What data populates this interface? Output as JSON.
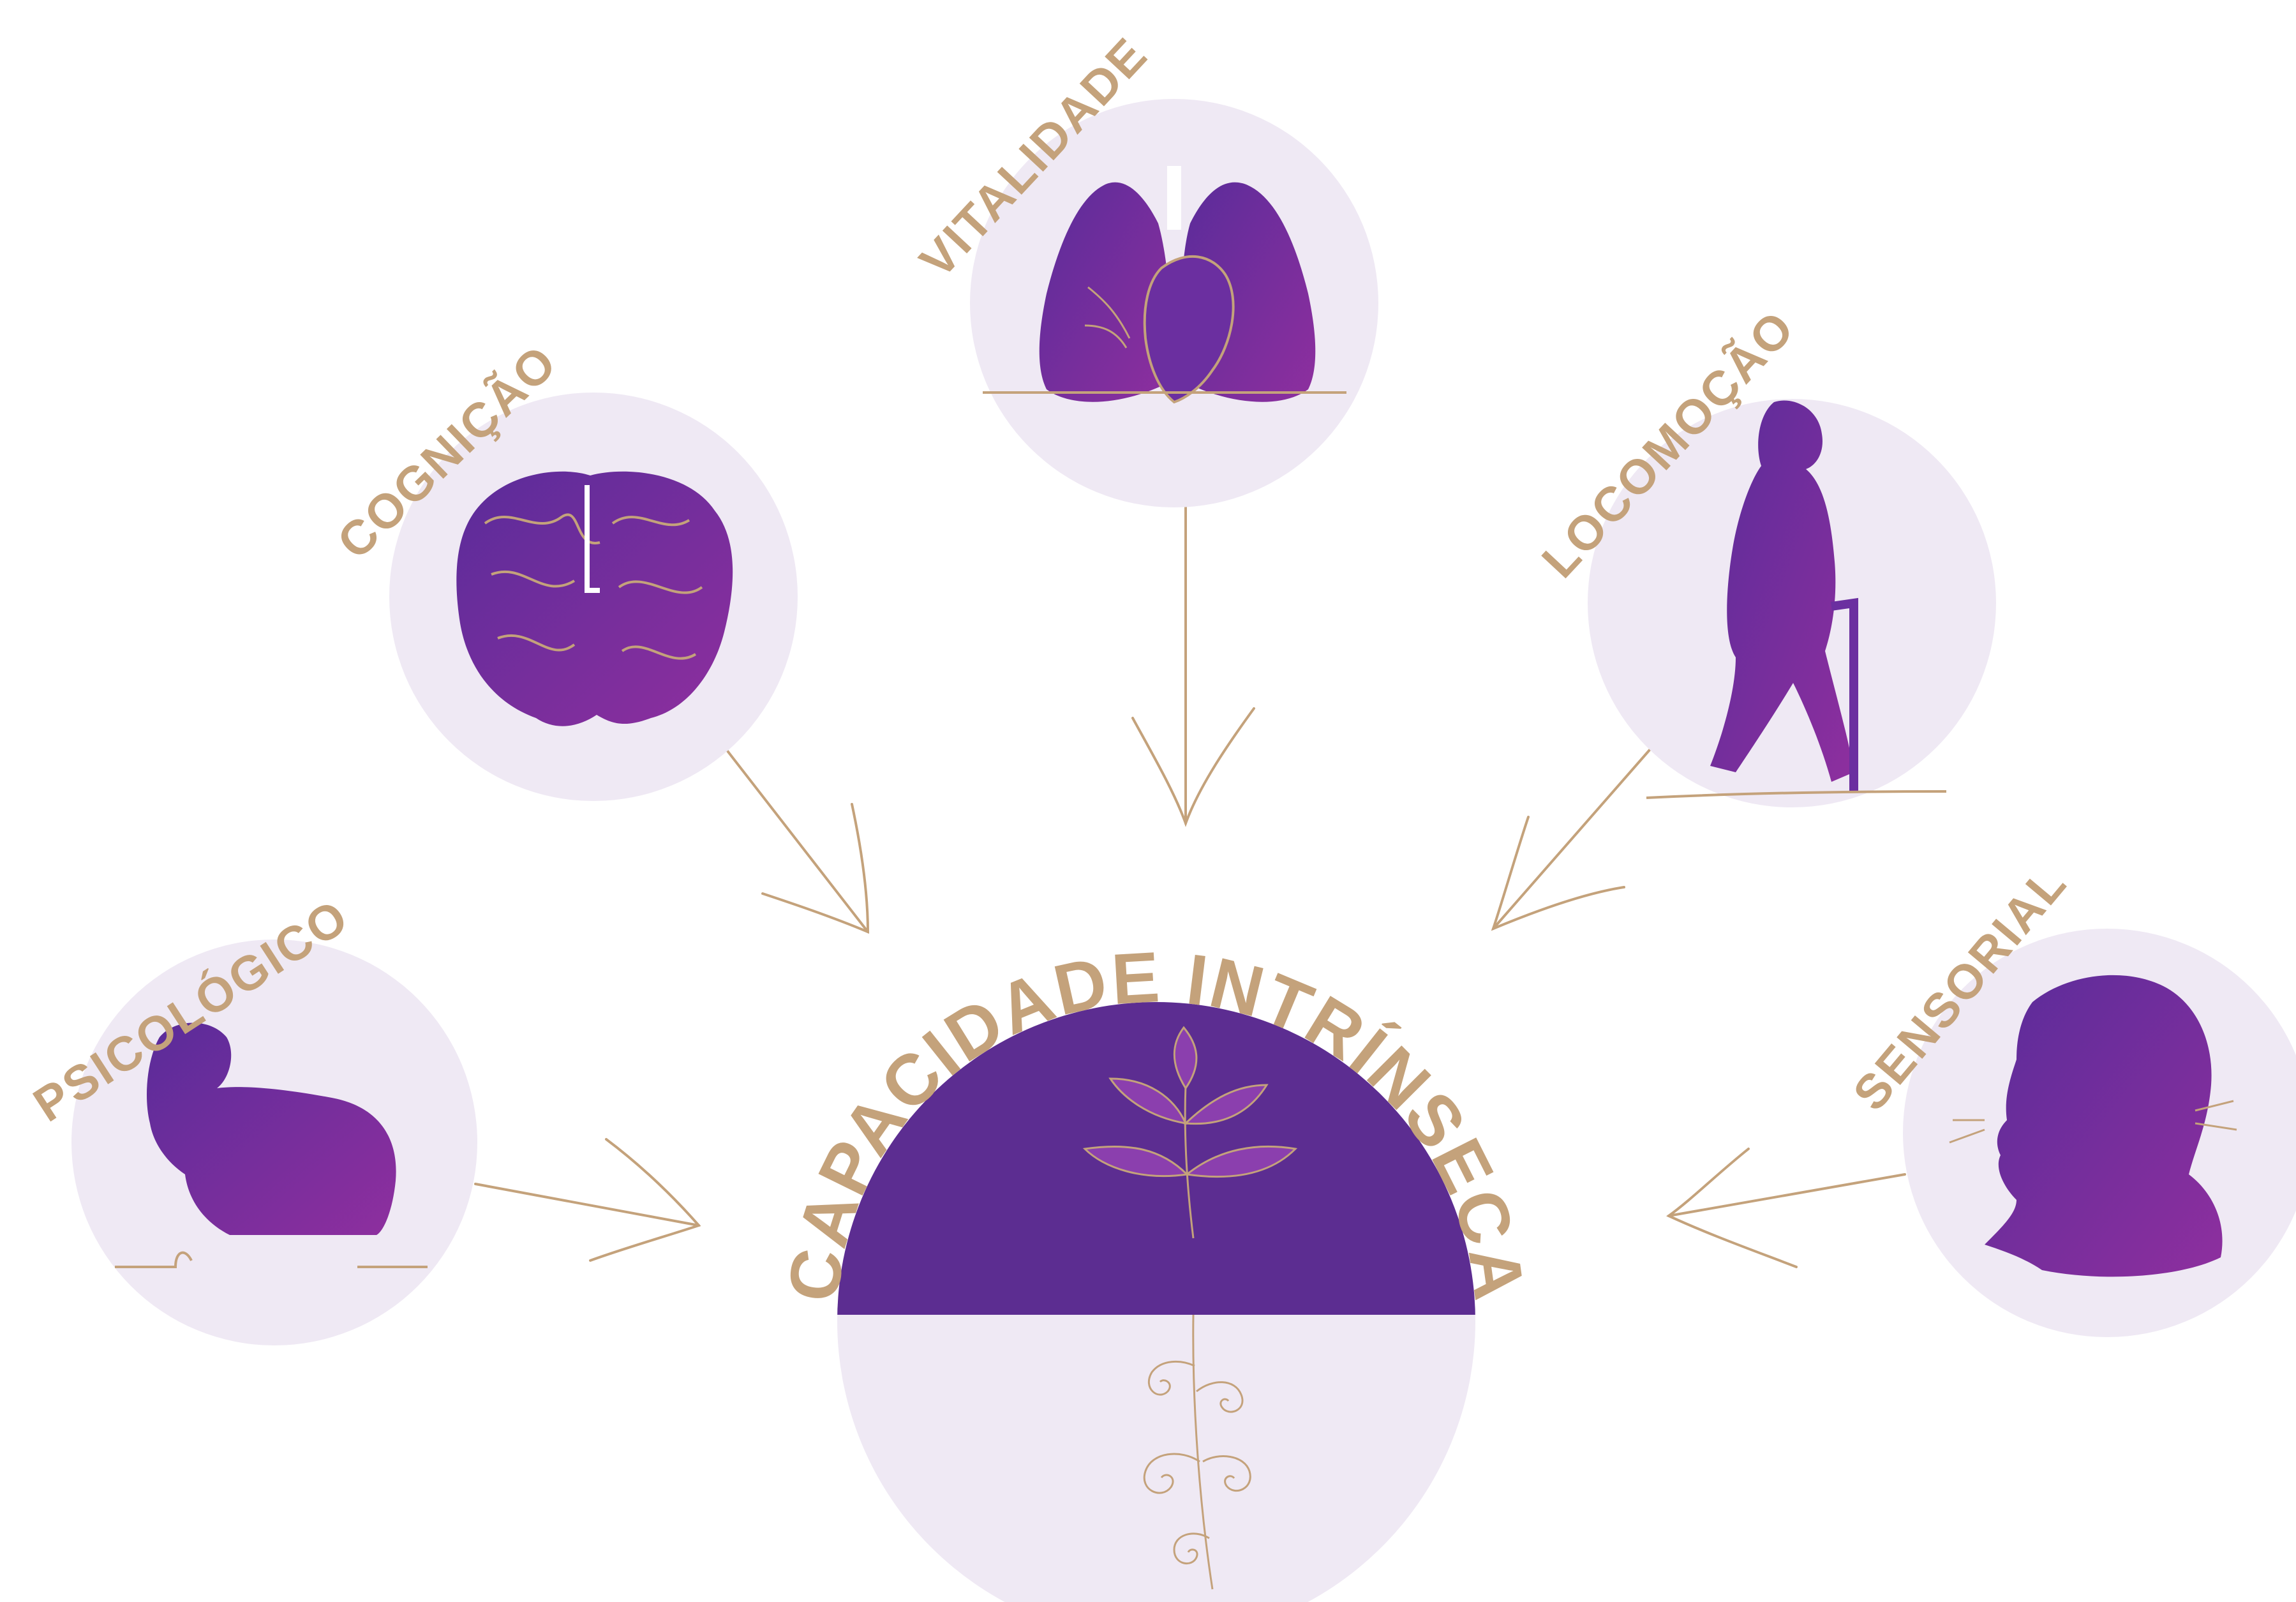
{
  "colors": {
    "circle_bg": "#efe9f4",
    "purple": "#5c2d91",
    "purple_light": "#8b3fae",
    "gold": "#c4a27b",
    "white": "#ffffff"
  },
  "center": {
    "title": "CAPACIDADE INTRÍNSECA",
    "icon": "plant-with-roots-icon"
  },
  "nodes": [
    {
      "id": "psicologico",
      "label": "PSICOLÓGICO",
      "icon": "sad-person-icon"
    },
    {
      "id": "cognicao",
      "label": "COGNIÇÃO",
      "icon": "brain-icon"
    },
    {
      "id": "vitalidade",
      "label": "VITALIDADE",
      "icon": "lungs-heart-icon"
    },
    {
      "id": "locomocao",
      "label": "LOCOMOÇÃO",
      "icon": "elderly-walking-cane-icon"
    },
    {
      "id": "sensorial",
      "label": "SENSORIAL",
      "icon": "face-profile-icon"
    }
  ]
}
